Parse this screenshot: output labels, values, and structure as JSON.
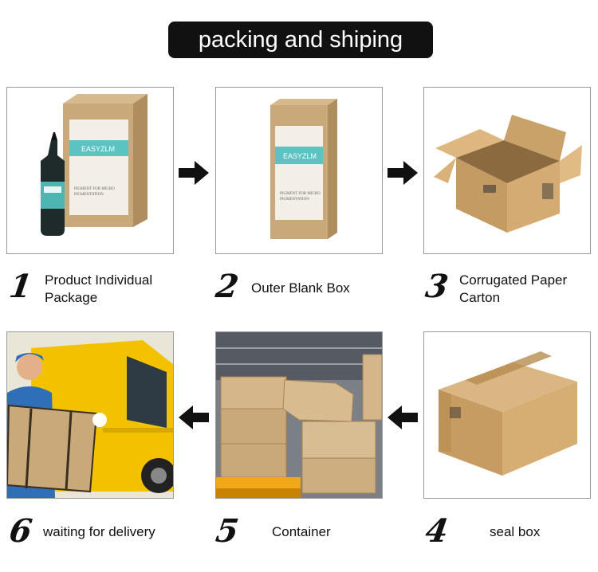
{
  "title": "packing and shiping",
  "steps": [
    {
      "number": "1",
      "label_line1": "Product Individual",
      "label_line2": "Package"
    },
    {
      "number": "2",
      "label_line1": "Outer Blank Box",
      "label_line2": ""
    },
    {
      "number": "3",
      "label_line1": "Corrugated Paper",
      "label_line2": "Carton"
    },
    {
      "number": "4",
      "label_line1": "seal box",
      "label_line2": ""
    },
    {
      "number": "5",
      "label_line1": "Container",
      "label_line2": ""
    },
    {
      "number": "6",
      "label_line1": "waiting for delivery",
      "label_line2": ""
    }
  ],
  "box_label": {
    "brand": "EASYZLM",
    "subtitle_line1": "PIGMENT FOR MICRO",
    "subtitle_line2": "PIGMENTATION"
  },
  "colors": {
    "pill": "#111111",
    "kraft": "#c9a97a",
    "teal_label": "#5bc3c1",
    "van_yellow": "#f2c200"
  }
}
